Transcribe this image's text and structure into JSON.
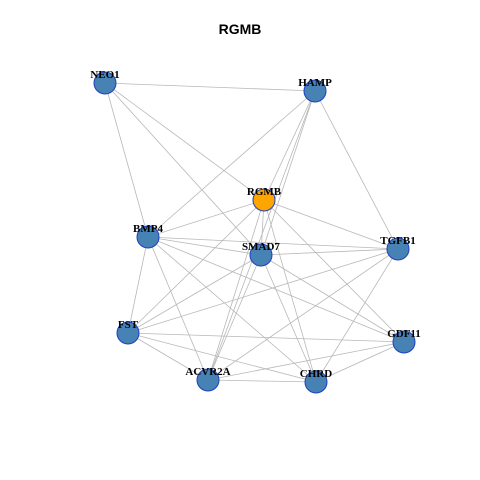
{
  "title": "RGMB",
  "colors": {
    "node_default": "#4682b4",
    "node_focus": "#ffa500",
    "edge": "#b8b8b8"
  },
  "nodes": [
    {
      "id": "RGMB",
      "label": "RGMB",
      "role": "focus"
    },
    {
      "id": "NEO1",
      "label": "NEO1",
      "role": "neighbor"
    },
    {
      "id": "HAMP",
      "label": "HAMP",
      "role": "neighbor"
    },
    {
      "id": "BMP4",
      "label": "BMP4",
      "role": "neighbor"
    },
    {
      "id": "SMAD7",
      "label": "SMAD7",
      "role": "neighbor"
    },
    {
      "id": "TGFB1",
      "label": "TGFB1",
      "role": "neighbor"
    },
    {
      "id": "FST",
      "label": "FST",
      "role": "neighbor"
    },
    {
      "id": "GDF11",
      "label": "GDF11",
      "role": "neighbor"
    },
    {
      "id": "ACVR2A",
      "label": "ACVR2A",
      "role": "neighbor"
    },
    {
      "id": "CHRD",
      "label": "CHRD",
      "role": "neighbor"
    }
  ],
  "edges": [
    [
      "NEO1",
      "HAMP"
    ],
    [
      "NEO1",
      "RGMB"
    ],
    [
      "NEO1",
      "BMP4"
    ],
    [
      "NEO1",
      "SMAD7"
    ],
    [
      "HAMP",
      "RGMB"
    ],
    [
      "HAMP",
      "BMP4"
    ],
    [
      "HAMP",
      "SMAD7"
    ],
    [
      "HAMP",
      "TGFB1"
    ],
    [
      "HAMP",
      "ACVR2A"
    ],
    [
      "RGMB",
      "BMP4"
    ],
    [
      "RGMB",
      "SMAD7"
    ],
    [
      "RGMB",
      "TGFB1"
    ],
    [
      "RGMB",
      "FST"
    ],
    [
      "RGMB",
      "GDF11"
    ],
    [
      "RGMB",
      "ACVR2A"
    ],
    [
      "RGMB",
      "CHRD"
    ],
    [
      "BMP4",
      "SMAD7"
    ],
    [
      "BMP4",
      "TGFB1"
    ],
    [
      "BMP4",
      "FST"
    ],
    [
      "BMP4",
      "GDF11"
    ],
    [
      "BMP4",
      "ACVR2A"
    ],
    [
      "BMP4",
      "CHRD"
    ],
    [
      "SMAD7",
      "TGFB1"
    ],
    [
      "SMAD7",
      "FST"
    ],
    [
      "SMAD7",
      "GDF11"
    ],
    [
      "SMAD7",
      "ACVR2A"
    ],
    [
      "SMAD7",
      "CHRD"
    ],
    [
      "TGFB1",
      "FST"
    ],
    [
      "TGFB1",
      "ACVR2A"
    ],
    [
      "TGFB1",
      "CHRD"
    ],
    [
      "FST",
      "GDF11"
    ],
    [
      "FST",
      "ACVR2A"
    ],
    [
      "FST",
      "CHRD"
    ],
    [
      "GDF11",
      "ACVR2A"
    ],
    [
      "GDF11",
      "CHRD"
    ],
    [
      "ACVR2A",
      "CHRD"
    ]
  ]
}
